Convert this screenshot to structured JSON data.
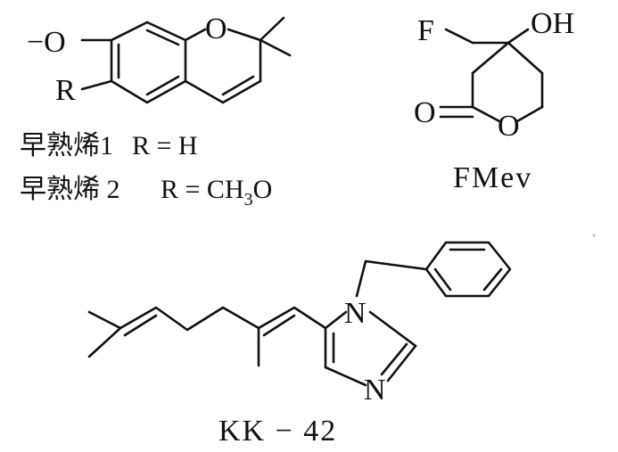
{
  "precocene": {
    "atoms": {
      "methoxy": "−O",
      "ring_oxygen": "O",
      "r_group": "R"
    },
    "captions": [
      {
        "name": "早熟烯1",
        "formula": "R = H"
      },
      {
        "name": "早熟烯 2",
        "formula_main": "R = CH",
        "formula_sub": "3",
        "formula_tail": "O"
      }
    ]
  },
  "fmev": {
    "atoms": {
      "fluorine": "F",
      "hydroxyl": "OH",
      "carbonyl_oxygen": "O",
      "ring_oxygen": "O"
    },
    "caption": "FMev"
  },
  "kk42": {
    "atoms": {
      "n1": "N",
      "n3": "N"
    },
    "caption": "KK − 42"
  }
}
